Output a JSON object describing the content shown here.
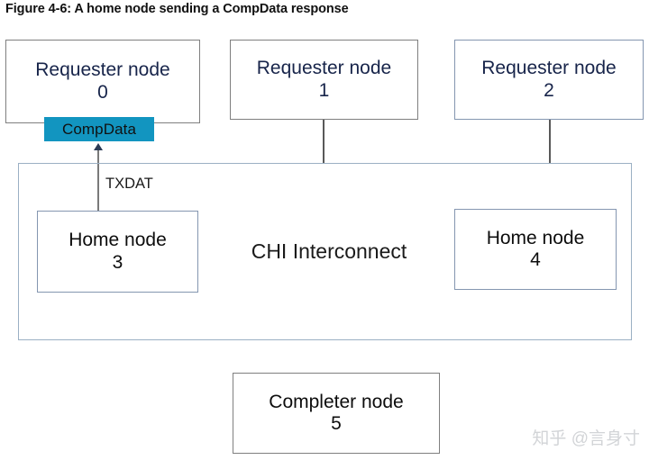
{
  "figure": {
    "title": "Figure 4-6: A home node sending a CompData response"
  },
  "diagram": {
    "interconnect_label": "CHI Interconnect",
    "message_badge": "CompData",
    "channel_label": "TXDAT",
    "requester_nodes": [
      {
        "name": "Requester node",
        "id": "0"
      },
      {
        "name": "Requester node",
        "id": "1"
      },
      {
        "name": "Requester node",
        "id": "2"
      }
    ],
    "home_nodes": [
      {
        "name": "Home node",
        "id": "3"
      },
      {
        "name": "Home node",
        "id": "4"
      }
    ],
    "completer_node": {
      "name": "Completer node",
      "id": "5"
    }
  },
  "colors": {
    "badge_fill": "#1295c0",
    "requester_text": "#17244a",
    "node_border": "#8496b0",
    "interconnect_border": "#9bb0c4"
  },
  "watermark": {
    "text": "知乎 @言身寸"
  }
}
